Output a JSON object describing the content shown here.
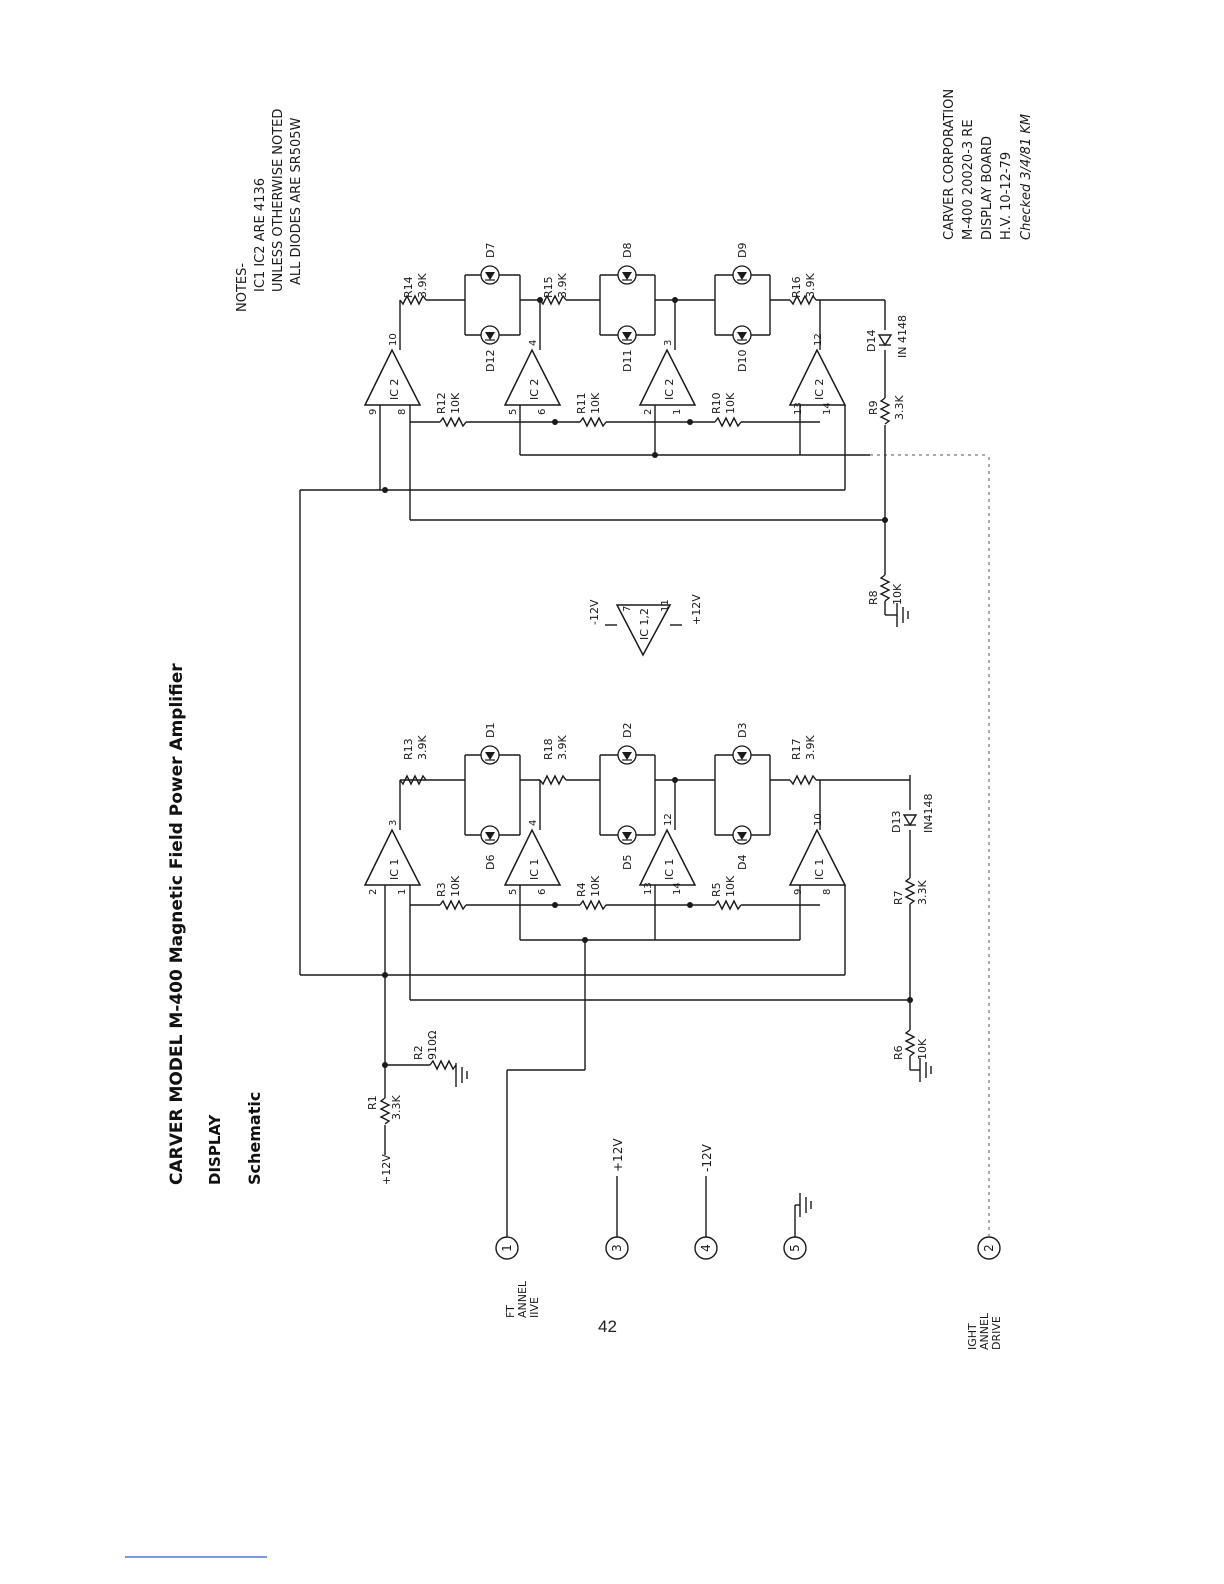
{
  "header": {
    "title": "CARVER MODEL M-400 Magnetic Field Power Amplifier",
    "subtitle": "DISPLAY",
    "kind": "Schematic"
  },
  "notes": {
    "heading": "NOTES-",
    "line1": "IC1 IC2 ARE 4136",
    "line2": "UNLESS OTHERWISE NOTED",
    "line3": "ALL DIODES ARE SR505W"
  },
  "title_block": {
    "company": "CARVER CORPORATION",
    "part": "M-400 20020-3 RE",
    "board": "DISPLAY BOARD",
    "drawn": "H.V. 10-12-79",
    "checked": "Checked 3/4/81 KM"
  },
  "page_number": "42",
  "connectors": {
    "c1": {
      "num": "1",
      "label_l1": "FT",
      "label_l2": "ANNEL",
      "label_l3": "IIVE"
    },
    "c2": {
      "num": "2",
      "label_l1": "IGHT",
      "label_l2": "ANNEL",
      "label_l3": "DRIVE"
    },
    "c3": {
      "num": "3",
      "label": "+12V"
    },
    "c4": {
      "num": "4",
      "label": "-12V"
    },
    "c5": {
      "num": "5"
    }
  },
  "resistors": {
    "r1": {
      "ref": "R1",
      "val": "3.3K",
      "node": "+12V"
    },
    "r2": {
      "ref": "R2",
      "val": "910Ω"
    },
    "r3": {
      "ref": "R3",
      "val": "10K"
    },
    "r4": {
      "ref": "R4",
      "val": "10K"
    },
    "r5": {
      "ref": "R5",
      "val": "10K"
    },
    "r6": {
      "ref": "R6",
      "val": "10K"
    },
    "r7": {
      "ref": "R7",
      "val": "3.3K"
    },
    "r8": {
      "ref": "R8",
      "val": "10K"
    },
    "r9": {
      "ref": "R9",
      "val": "3.3K"
    },
    "r10": {
      "ref": "R10",
      "val": "10K"
    },
    "r11": {
      "ref": "R11",
      "val": "10K"
    },
    "r12": {
      "ref": "R12",
      "val": "10K"
    },
    "r13": {
      "ref": "R13",
      "val": "3.9K"
    },
    "r14": {
      "ref": "R14",
      "val": "3.9K"
    },
    "r15": {
      "ref": "R15",
      "val": "3.9K"
    },
    "r16": {
      "ref": "R16",
      "val": "3.9K"
    },
    "r17": {
      "ref": "R17",
      "val": "3.9K"
    },
    "r18": {
      "ref": "R18",
      "val": "3.9K"
    }
  },
  "diodes": {
    "d1": "D1",
    "d2": "D2",
    "d3": "D3",
    "d4": "D4",
    "d5": "D5",
    "d6": "D6",
    "d7": "D7",
    "d8": "D8",
    "d9": "D9",
    "d10": "D10",
    "d11": "D11",
    "d12": "D12",
    "d13": "D13",
    "d13_type": "IN4148",
    "d14": "D14",
    "d14_type": "IN 4148"
  },
  "icl": {
    "a": {
      "ref": "IC 1",
      "p_plus": "2",
      "p_minus": "1",
      "p_out": "3"
    },
    "b": {
      "ref": "IC 1",
      "p_plus": "5",
      "p_minus": "6",
      "p_out": "4"
    },
    "c": {
      "ref": "IC 1",
      "p_plus": "13",
      "p_minus": "14",
      "p_out": "12"
    },
    "d": {
      "ref": "IC 1",
      "p_plus": "9",
      "p_minus": "8",
      "p_out": "10"
    }
  },
  "icr": {
    "a": {
      "ref": "IC 2",
      "p_plus": "9",
      "p_minus": "8",
      "p_out": "10"
    },
    "b": {
      "ref": "IC 2",
      "p_plus": "5",
      "p_minus": "6",
      "p_out": "4"
    },
    "c": {
      "ref": "IC 2",
      "p_plus": "2",
      "p_minus": "1",
      "p_out": "3"
    },
    "d": {
      "ref": "IC 2",
      "p_plus": "13",
      "p_minus": "14",
      "p_out": "12"
    }
  },
  "power_ic": {
    "ref": "IC 1,2",
    "neg": "-12V",
    "pos": "+12V",
    "pin_neg": "7",
    "pin_pos": "11"
  },
  "marks": {
    "plus": "+",
    "minus": "-"
  }
}
